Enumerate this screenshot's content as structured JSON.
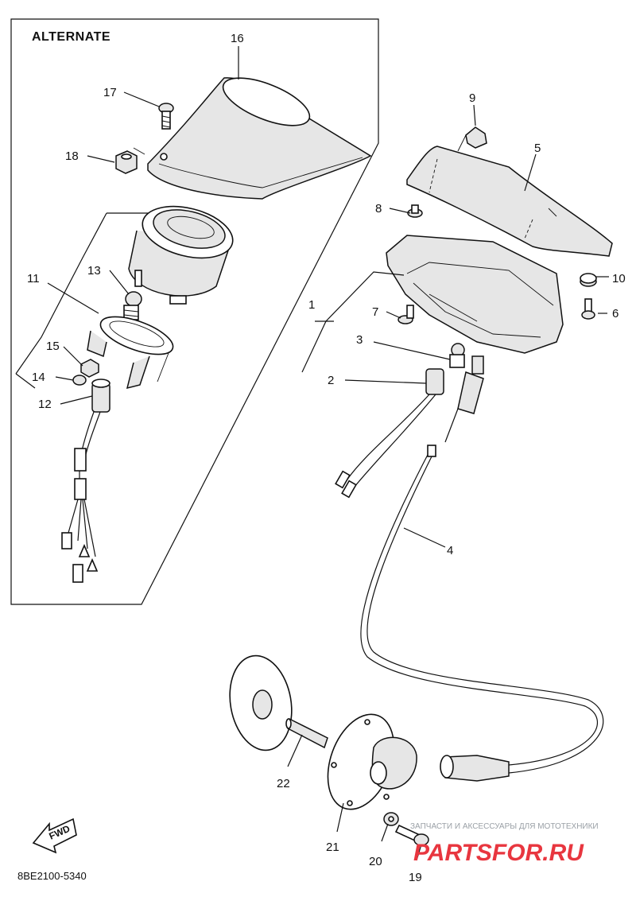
{
  "title": "ALTERNATE",
  "diagram_code": "8BE2100-5340",
  "fwd_label": "FWD",
  "watermark": {
    "tagline": "ЗАПЧАСТИ И АКСЕССУАРЫ ДЛЯ МОТОТЕХНИКИ",
    "brand": "PARTSFOR.RU"
  },
  "callouts": [
    {
      "id": "c1",
      "text": "1"
    },
    {
      "id": "c2",
      "text": "2"
    },
    {
      "id": "c3",
      "text": "3"
    },
    {
      "id": "c4",
      "text": "4"
    },
    {
      "id": "c5",
      "text": "5"
    },
    {
      "id": "c6",
      "text": "6"
    },
    {
      "id": "c7",
      "text": "7"
    },
    {
      "id": "c8",
      "text": "8"
    },
    {
      "id": "c9",
      "text": "9"
    },
    {
      "id": "c10",
      "text": "10"
    },
    {
      "id": "c11",
      "text": "11"
    },
    {
      "id": "c12",
      "text": "12"
    },
    {
      "id": "c13",
      "text": "13"
    },
    {
      "id": "c14",
      "text": "14"
    },
    {
      "id": "c15",
      "text": "15"
    },
    {
      "id": "c16",
      "text": "16"
    },
    {
      "id": "c17",
      "text": "17"
    },
    {
      "id": "c18",
      "text": "18"
    },
    {
      "id": "c19",
      "text": "19"
    },
    {
      "id": "c20",
      "text": "20"
    },
    {
      "id": "c21",
      "text": "21"
    },
    {
      "id": "c22",
      "text": "22"
    }
  ]
}
